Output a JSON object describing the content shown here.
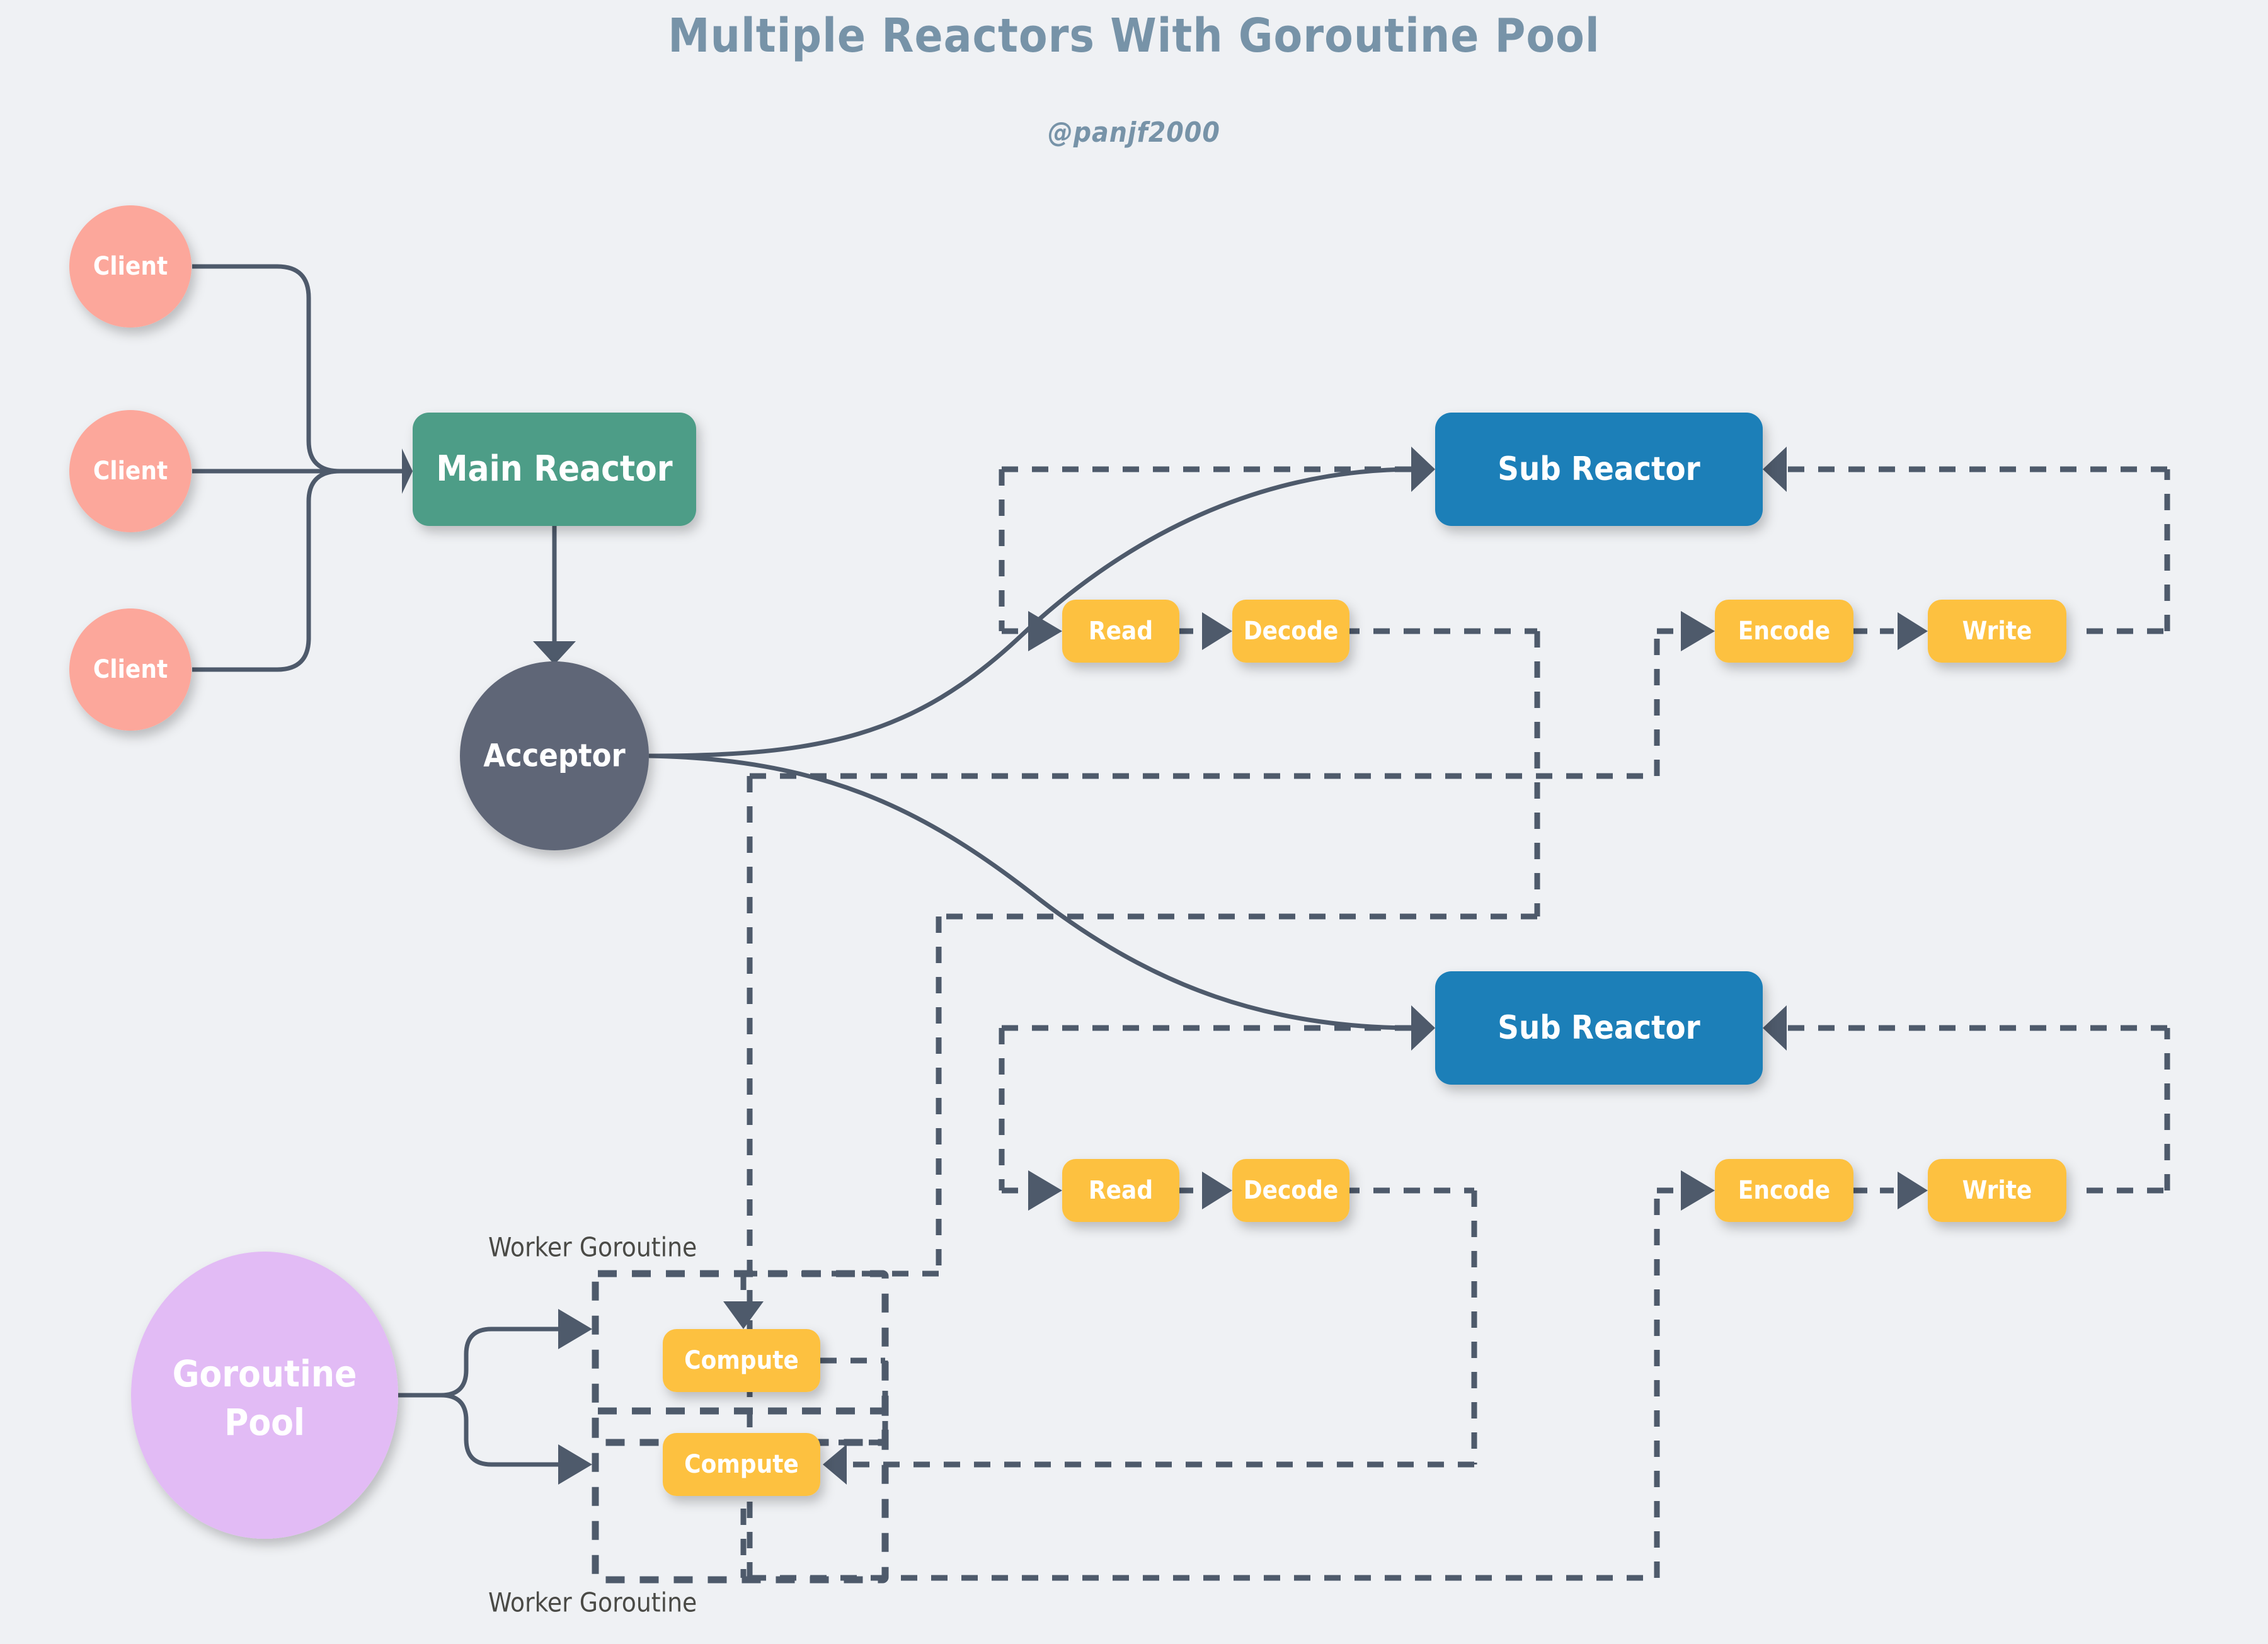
{
  "header": {
    "title": "Multiple Reactors With Goroutine Pool",
    "author": "@panjf2000"
  },
  "colors": {
    "background": "#eff1f4",
    "title": "#7793a8",
    "client": "#fca79b",
    "main_reactor": "#4e9d87",
    "acceptor": "#5e6677",
    "sub_reactor": "#1c7fb8",
    "stage": "#fdc13f",
    "goroutine_pool": "#e2bbf5",
    "edge": "#4e5a6b",
    "group_label": "#4a4a46"
  },
  "nodes": {
    "clients": [
      {
        "label": "Client"
      },
      {
        "label": "Client"
      },
      {
        "label": "Client"
      }
    ],
    "main_reactor": {
      "label": "Main Reactor"
    },
    "acceptor": {
      "label": "Acceptor"
    },
    "goroutine_pool": {
      "label_line1": "Goroutine",
      "label_line2": "Pool"
    },
    "sub_reactors": [
      {
        "label": "Sub Reactor"
      },
      {
        "label": "Sub Reactor"
      }
    ],
    "pipelines": [
      {
        "read": "Read",
        "decode": "Decode",
        "encode": "Encode",
        "write": "Write"
      },
      {
        "read": "Read",
        "decode": "Decode",
        "encode": "Encode",
        "write": "Write"
      }
    ],
    "workers": [
      {
        "group_label": "Worker Goroutine",
        "compute": "Compute"
      },
      {
        "group_label": "Worker Goroutine",
        "compute": "Compute"
      }
    ]
  }
}
